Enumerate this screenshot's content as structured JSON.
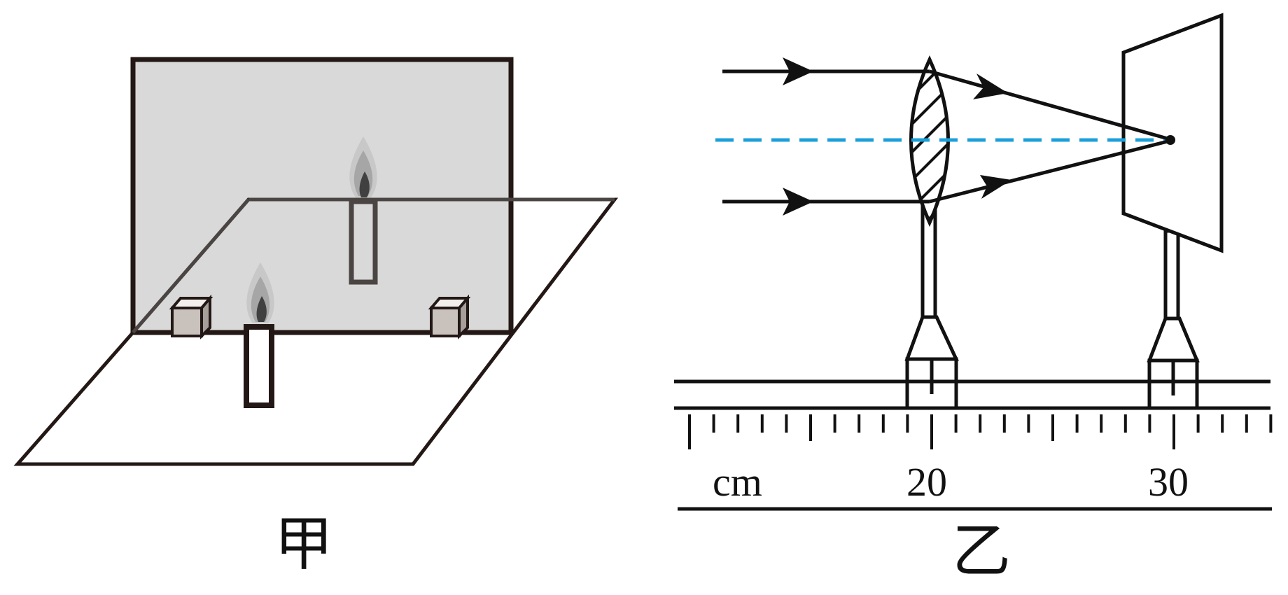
{
  "panel_a": {
    "caption": "甲"
  },
  "panel_b": {
    "caption": "乙",
    "scale": {
      "unit_label": "cm",
      "tick_labels": [
        "20",
        "30"
      ]
    }
  },
  "colors": {
    "line": "#231815",
    "glass": "#d9d9d9",
    "block": "#c9c1bb",
    "flame_dark": "#404040",
    "flame_light": "#a6a6a6",
    "axis": "#1aa0db"
  }
}
